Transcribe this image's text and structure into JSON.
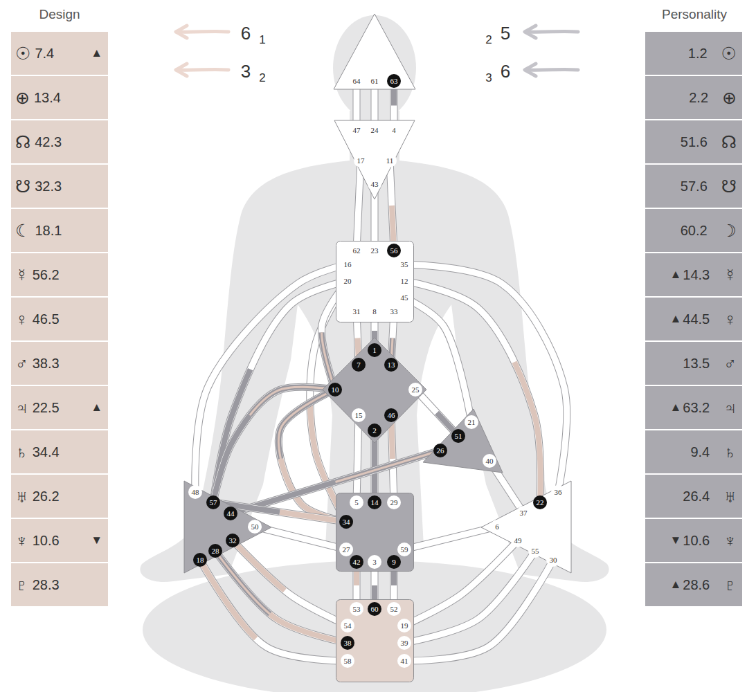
{
  "diagram": {
    "nodes": [
      {
        "text": [
          "☉",
          "7.4",
          "▲"
        ]
      },
      {
        "text": [
          "⊕",
          "13.4"
        ]
      },
      {
        "text": [
          "☊",
          "42.3"
        ]
      },
      {
        "text": [
          "☋",
          "32.3"
        ]
      },
      {
        "text": [
          "☾",
          "18.1"
        ]
      },
      {
        "text": [
          "☿",
          "56.2"
        ]
      },
      {
        "text": [
          "♀",
          "46.5"
        ]
      },
      {
        "text": [
          "♂",
          "38.3"
        ]
      },
      {
        "text": [
          "♃",
          "22.5",
          "▲"
        ]
      },
      {
        "text": [
          "♄",
          "34.4"
        ]
      },
      {
        "text": [
          "♅",
          "26.2"
        ]
      },
      {
        "text": [
          "♆",
          "10.6",
          "▼"
        ]
      },
      {
        "text": [
          "♇",
          "28.3"
        ]
      },
      {
        "text": [
          "64",
          "61",
          "63"
        ]
      },
      {
        "text": [
          "47",
          "24",
          "4",
          "17",
          "11",
          "43"
        ]
      },
      {
        "text": [
          "62",
          "23",
          "56",
          "16",
          "35",
          "20",
          "12",
          "45",
          "31",
          "8",
          "33"
        ]
      },
      {
        "text": [
          "1",
          "7",
          "13",
          "10",
          "25",
          "15",
          "46",
          "2"
        ]
      },
      {
        "text": [
          "21",
          "51",
          "26",
          "40"
        ]
      },
      {
        "text": [
          "5",
          "14",
          "29",
          "34",
          "27",
          "59",
          "42",
          "3",
          "9"
        ]
      },
      {
        "text": [
          "53",
          "60",
          "52",
          "54",
          "19",
          "38",
          "39",
          "58",
          "41"
        ]
      },
      {
        "text": [
          "48",
          "57",
          "44",
          "50",
          "32",
          "28",
          "18"
        ]
      },
      {
        "text": [
          "36",
          "22",
          "37",
          "6",
          "49",
          "55",
          "30"
        ]
      },
      {
        "text": [
          "1.2",
          "☉"
        ]
      },
      {
        "text": [
          "2.2",
          "⊕"
        ]
      },
      {
        "text": [
          "51.6",
          "☊"
        ]
      },
      {
        "text": [
          "57.6",
          "☋"
        ]
      },
      {
        "text": [
          "60.2",
          "☽"
        ]
      },
      {
        "text": [
          "▲",
          "14.3",
          "☿"
        ]
      },
      {
        "text": [
          "▲",
          "44.5",
          "♀"
        ]
      },
      {
        "text": [
          "13.5",
          "♂"
        ]
      },
      {
        "text": [
          "▲",
          "63.2",
          "♃"
        ]
      },
      {
        "text": [
          "9.4",
          "♄"
        ]
      },
      {
        "text": [
          "26.4",
          "♅"
        ]
      },
      {
        "text": [
          "▼",
          "10.6",
          "♆"
        ]
      },
      {
        "text": [
          "▲",
          "28.6",
          "♇"
        ]
      }
    ],
    "edges": [
      {
        "from": 13,
        "to": 14,
        "arrow": "none"
      },
      {
        "from": 13,
        "to": 14,
        "arrow": "none"
      },
      {
        "from": 13,
        "to": 14,
        "arrow": "none"
      },
      {
        "from": 14,
        "to": 15,
        "arrow": "none"
      },
      {
        "from": 14,
        "to": 15,
        "arrow": "none"
      },
      {
        "from": 14,
        "to": 15,
        "arrow": "none"
      },
      {
        "from": 15,
        "to": 16,
        "arrow": "none"
      },
      {
        "from": 15,
        "to": 16,
        "arrow": "none"
      },
      {
        "from": 15,
        "to": 16,
        "arrow": "none"
      },
      {
        "from": 15,
        "to": 20,
        "arrow": "none"
      },
      {
        "from": 15,
        "to": 20,
        "arrow": "none"
      },
      {
        "from": 15,
        "to": 18,
        "arrow": "none"
      },
      {
        "from": 15,
        "to": 17,
        "arrow": "none"
      },
      {
        "from": 15,
        "to": 21,
        "arrow": "none"
      },
      {
        "from": 15,
        "to": 21,
        "arrow": "none"
      },
      {
        "from": 16,
        "to": 15,
        "arrow": "none"
      },
      {
        "from": 16,
        "to": 20,
        "arrow": "none"
      },
      {
        "from": 16,
        "to": 18,
        "arrow": "none"
      },
      {
        "from": 16,
        "to": 17,
        "arrow": "none"
      },
      {
        "from": 16,
        "to": 18,
        "arrow": "none"
      },
      {
        "from": 16,
        "to": 18,
        "arrow": "none"
      },
      {
        "from": 16,
        "to": 18,
        "arrow": "none"
      },
      {
        "from": 17,
        "to": 20,
        "arrow": "none"
      },
      {
        "from": 17,
        "to": 21,
        "arrow": "none"
      },
      {
        "from": 18,
        "to": 20,
        "arrow": "none"
      },
      {
        "from": 18,
        "to": 20,
        "arrow": "none"
      },
      {
        "from": 18,
        "to": 21,
        "arrow": "none"
      },
      {
        "from": 18,
        "to": 19,
        "arrow": "none"
      },
      {
        "from": 18,
        "to": 19,
        "arrow": "none"
      },
      {
        "from": 18,
        "to": 19,
        "arrow": "none"
      },
      {
        "from": 20,
        "to": 19,
        "arrow": "none"
      },
      {
        "from": 20,
        "to": 19,
        "arrow": "none"
      },
      {
        "from": 20,
        "to": 19,
        "arrow": "none"
      },
      {
        "from": 21,
        "to": 19,
        "arrow": "none"
      },
      {
        "from": 21,
        "to": 19,
        "arrow": "none"
      },
      {
        "from": 21,
        "to": 19,
        "arrow": "none"
      }
    ],
    "labels": [
      "Design",
      "6",
      "1",
      "3",
      "2",
      "2",
      "5",
      "3",
      "6",
      "Personality"
    ]
  }
}
